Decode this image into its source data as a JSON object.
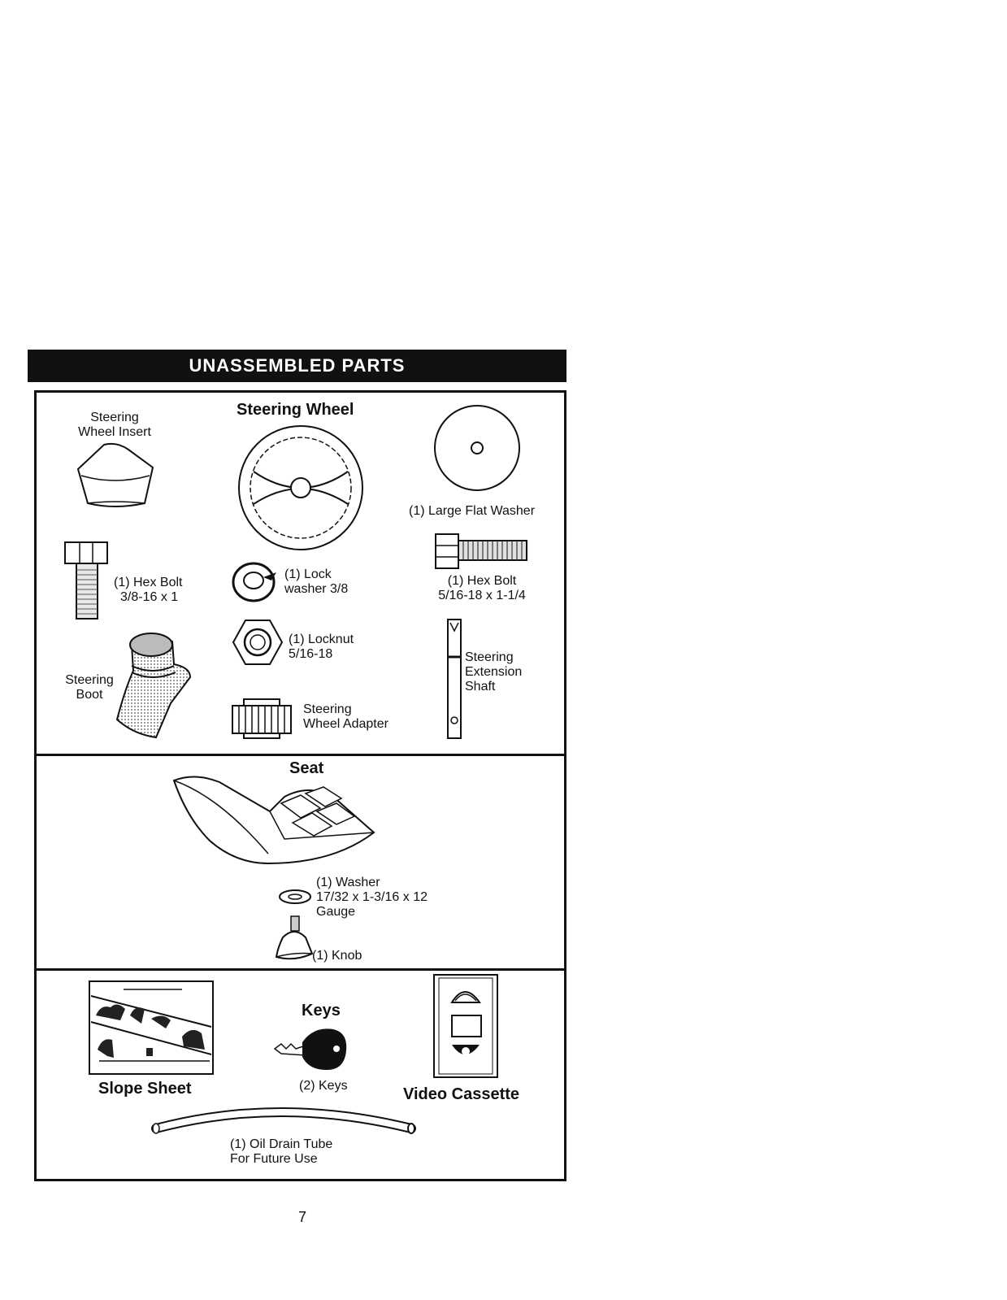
{
  "header": {
    "title": "UNASSEMBLED PARTS"
  },
  "steering_section": {
    "title": "Steering Wheel",
    "steering_wheel_insert": {
      "line1": "Steering",
      "line2": "Wheel Insert"
    },
    "hex_bolt_small": {
      "line1": "(1) Hex Bolt",
      "line2": "3/8-16 x 1"
    },
    "steering_boot": {
      "line1": "Steering",
      "line2": "Boot"
    },
    "lock_washer": {
      "line1": "(1) Lock",
      "line2": "washer 3/8"
    },
    "locknut": {
      "line1": "(1) Locknut",
      "line2": "5/16-18"
    },
    "wheel_adapter": {
      "line1": "Steering",
      "line2": "Wheel Adapter"
    },
    "large_flat_washer": {
      "label": "(1) Large Flat Washer"
    },
    "hex_bolt_large": {
      "line1": "(1) Hex Bolt",
      "line2": "5/16-18 x 1-1/4"
    },
    "extension_shaft": {
      "line1": "Steering",
      "line2": "Extension",
      "line3": "Shaft"
    }
  },
  "seat_section": {
    "title": "Seat",
    "washer": {
      "line1": "(1) Washer",
      "line2": "17/32 x 1-3/16 x 12",
      "line3": "Gauge"
    },
    "knob": {
      "label": "(1) Knob"
    }
  },
  "bottom_section": {
    "slope_sheet": {
      "label": "Slope Sheet"
    },
    "keys": {
      "title": "Keys",
      "label": "(2) Keys"
    },
    "video_cassette": {
      "label": "Video Cassette"
    },
    "oil_drain_tube": {
      "line1": "(1) Oil Drain Tube",
      "line2": "For Future Use"
    }
  },
  "footer": {
    "page_number": "7"
  }
}
